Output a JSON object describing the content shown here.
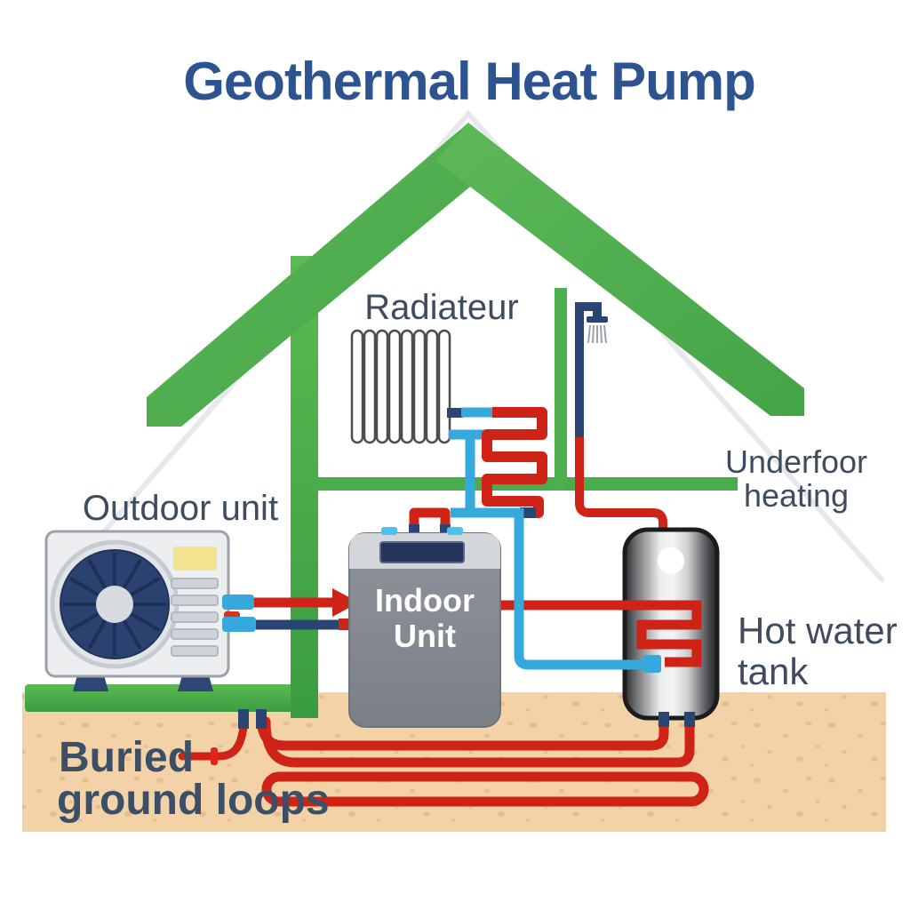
{
  "title": "Geothermal Heat Pump",
  "labels": {
    "radiator": "Radiateur",
    "outdoor_unit": "Outdoor unit",
    "indoor_unit_line1": "Indoor",
    "indoor_unit_line2": "Unit",
    "underfloor_line1": "Underfoor",
    "underfloor_line2": "heating",
    "hot_water_line1": "Hot water",
    "hot_water_line2": "tank",
    "buried_line1": "Buried",
    "buried_line2": "ground loops"
  },
  "colors": {
    "title_blue": "#2d5391",
    "label_slate": "#3e4c60",
    "house_green": "#4fae4c",
    "grass_green": "#47ab46",
    "hot_pipe_red": "#cf2317",
    "cold_pipe_cyan": "#35a8dc",
    "cold_pipe_navy": "#2a4574",
    "ground_tan": "#f2d2a6",
    "ground_speckle": "#d8ae7e",
    "unit_gray": "#84898f",
    "outdoor_unit_body": "#eceef0",
    "fan_navy": "#2b4170",
    "vent_yellow": "#f3e391",
    "tank_metal_light": "#f2f2f3",
    "tank_metal_dark": "#2c2d2f"
  },
  "components": {
    "house": "green house outline with roof, wall post and floor",
    "outdoor_unit": "outdoor heat pump unit with fan",
    "indoor_unit": "indoor heat pump unit",
    "radiator": "wall radiator with vertical fins",
    "underfloor_coil": "red serpentine underfloor heating coil",
    "shower": "shower with navy riser pipe",
    "hot_water_tank": "metallic hot water tank with red coil",
    "ground_loops": "buried red ground loop piping"
  }
}
